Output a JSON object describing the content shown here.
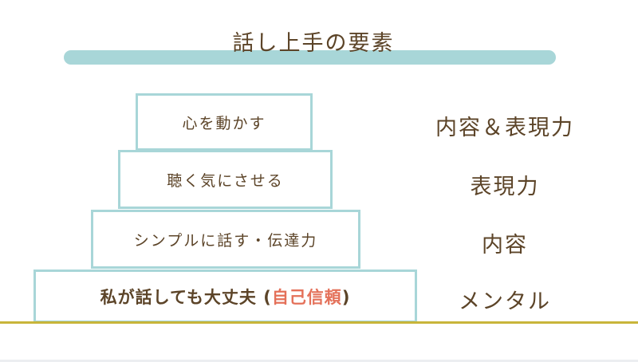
{
  "title": "話し上手の要素",
  "pyramid": [
    {
      "text": "心を動かす",
      "category": "内容＆表現力"
    },
    {
      "text": "聴く気にさせる",
      "category": "表現力"
    },
    {
      "text": "シンプルに話す・伝達力",
      "category": "内容"
    },
    {
      "text_main": "私が話しても大丈夫 (",
      "text_highlight": "自己信頼",
      "text_end": ")",
      "category": "メンタル"
    }
  ],
  "colors": {
    "accent": "#a8d6d8",
    "text": "#5c4428",
    "highlight": "#e4715a",
    "ground": "#c8b53a"
  }
}
